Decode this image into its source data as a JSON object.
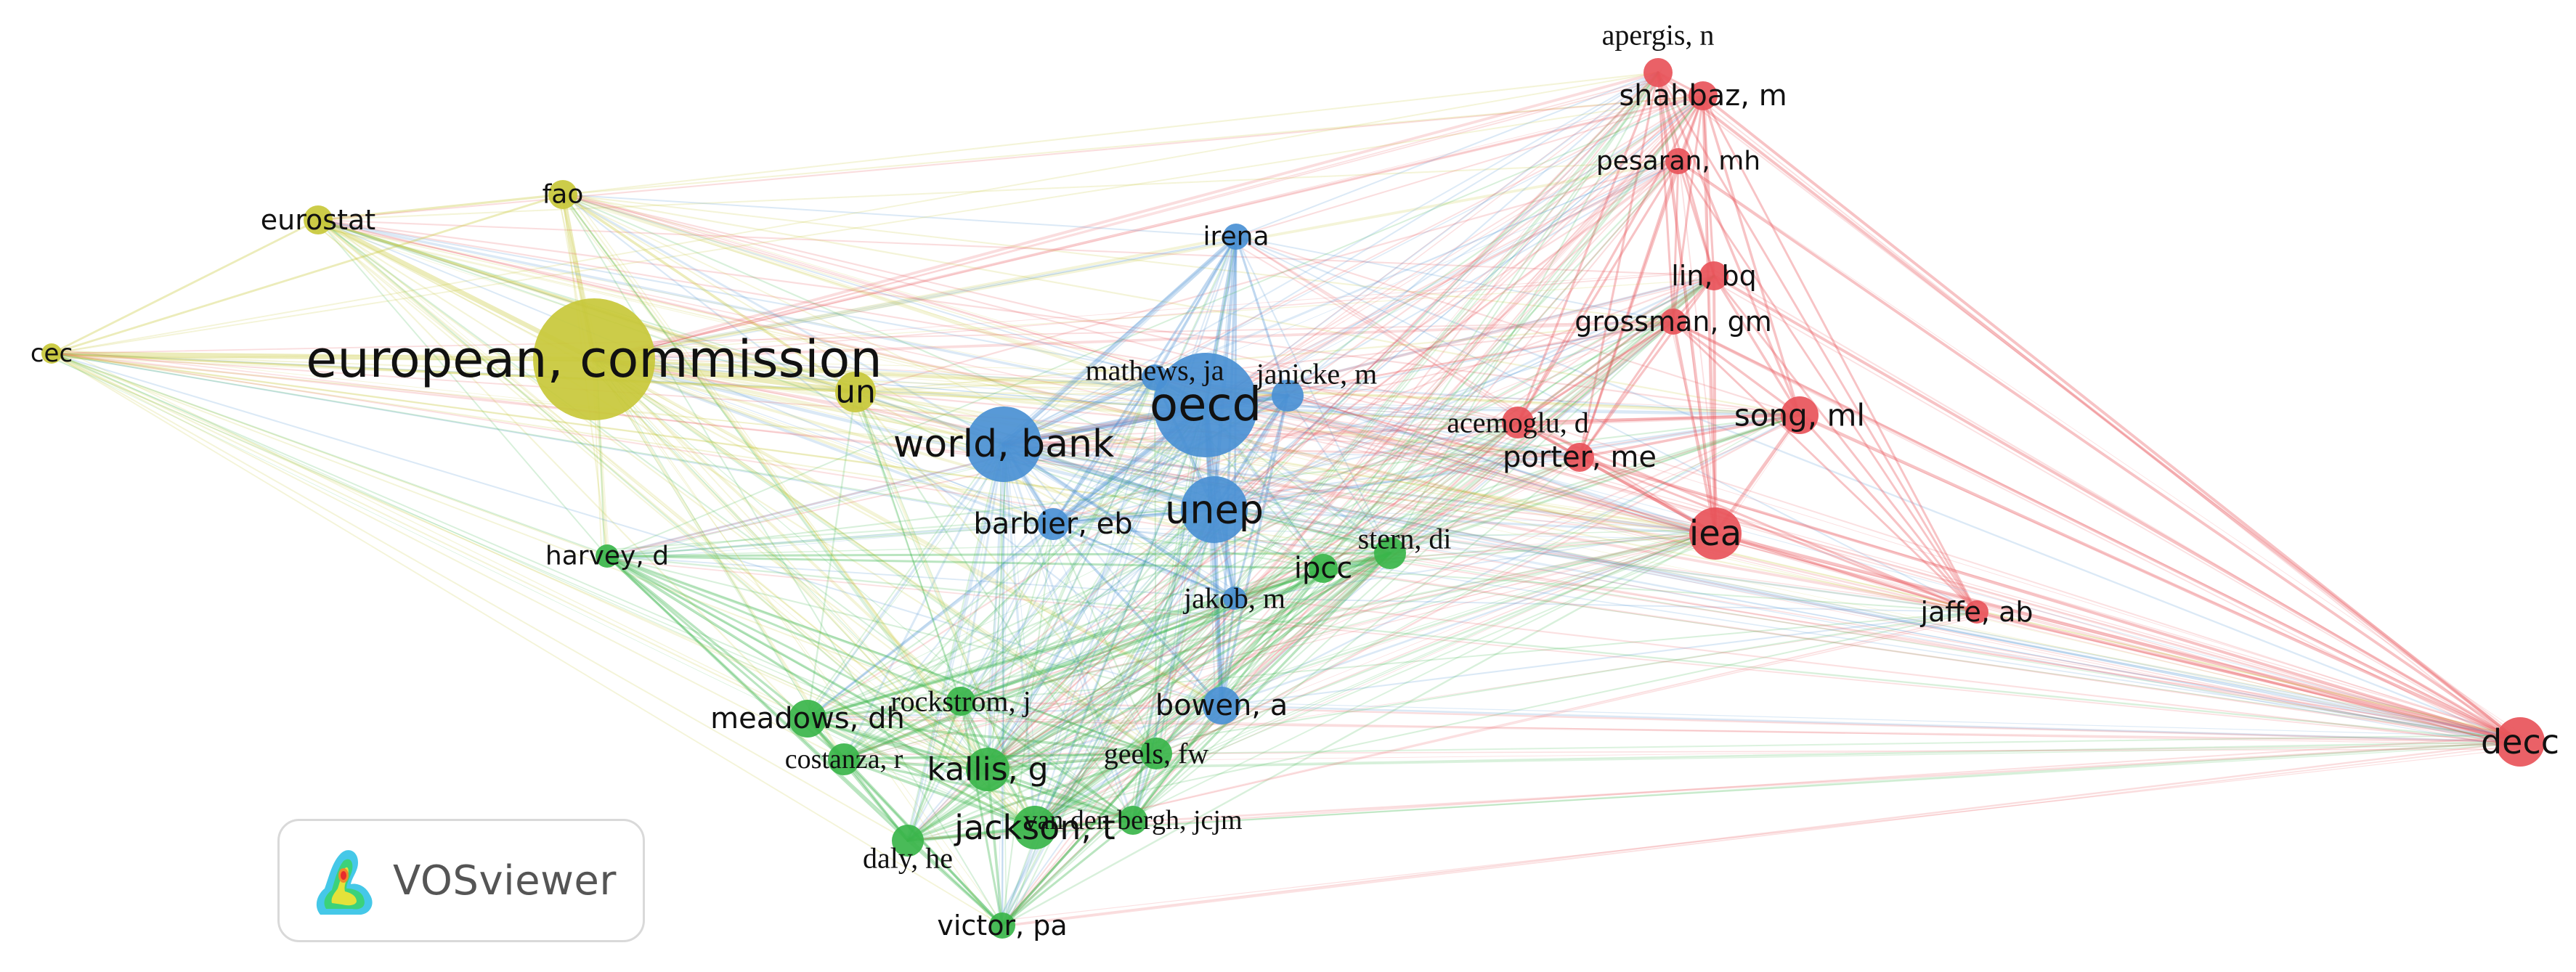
{
  "logo": {
    "text": "VOSviewer"
  },
  "clusters": {
    "red": "#e8545a",
    "green": "#3ab54a",
    "blue": "#4a90d4",
    "yellow": "#c8c83a"
  },
  "nodes": [
    {
      "id": "european-commission",
      "label": "european, commission",
      "cluster": "yellow"
    },
    {
      "id": "eurostat",
      "label": "eurostat",
      "cluster": "yellow"
    },
    {
      "id": "fao",
      "label": "fao",
      "cluster": "yellow"
    },
    {
      "id": "cec",
      "label": "cec",
      "cluster": "yellow"
    },
    {
      "id": "un",
      "label": "un",
      "cluster": "yellow"
    },
    {
      "id": "oecd",
      "label": "oecd",
      "cluster": "blue"
    },
    {
      "id": "world-bank",
      "label": "world, bank",
      "cluster": "blue"
    },
    {
      "id": "unep",
      "label": "unep",
      "cluster": "blue"
    },
    {
      "id": "irena",
      "label": "irena",
      "cluster": "blue"
    },
    {
      "id": "mathews-ja",
      "label": "mathews, ja",
      "cluster": "blue"
    },
    {
      "id": "janicke-m",
      "label": "janicke, m",
      "cluster": "blue"
    },
    {
      "id": "barbier-eb",
      "label": "barbier, eb",
      "cluster": "blue"
    },
    {
      "id": "jakob-m",
      "label": "jakob, m",
      "cluster": "blue"
    },
    {
      "id": "bowen-a",
      "label": "bowen, a",
      "cluster": "blue"
    },
    {
      "id": "apergis-n",
      "label": "apergis, n",
      "cluster": "red"
    },
    {
      "id": "shahbaz-m",
      "label": "shahbaz, m",
      "cluster": "red"
    },
    {
      "id": "pesaran-mh",
      "label": "pesaran, mh",
      "cluster": "red"
    },
    {
      "id": "lin-bq",
      "label": "lin, bq",
      "cluster": "red"
    },
    {
      "id": "grossman-gm",
      "label": "grossman, gm",
      "cluster": "red"
    },
    {
      "id": "acemoglu-d",
      "label": "acemoglu, d",
      "cluster": "red"
    },
    {
      "id": "song-ml",
      "label": "song, ml",
      "cluster": "red"
    },
    {
      "id": "porter-me",
      "label": "porter, me",
      "cluster": "red"
    },
    {
      "id": "iea",
      "label": "iea",
      "cluster": "red"
    },
    {
      "id": "jaffe-ab",
      "label": "jaffe, ab",
      "cluster": "red"
    },
    {
      "id": "decc",
      "label": "decc",
      "cluster": "red"
    },
    {
      "id": "stern-di",
      "label": "stern, di",
      "cluster": "green"
    },
    {
      "id": "ipcc",
      "label": "ipcc",
      "cluster": "green"
    },
    {
      "id": "harvey-d",
      "label": "harvey, d",
      "cluster": "green"
    },
    {
      "id": "meadows-dh",
      "label": "meadows, dh",
      "cluster": "green"
    },
    {
      "id": "rockstrom-j",
      "label": "rockstrom, j",
      "cluster": "green"
    },
    {
      "id": "costanza-r",
      "label": "costanza, r",
      "cluster": "green"
    },
    {
      "id": "kallis-g",
      "label": "kallis, g",
      "cluster": "green"
    },
    {
      "id": "geels-fw",
      "label": "geels, fw",
      "cluster": "green"
    },
    {
      "id": "van-den-bergh-jcjm",
      "label": "van den bergh, jcjm",
      "cluster": "green"
    },
    {
      "id": "jackson-t",
      "label": "jackson, t",
      "cluster": "green"
    },
    {
      "id": "daly-he",
      "label": "daly, he",
      "cluster": "green"
    },
    {
      "id": "victor-pa",
      "label": "victor, pa",
      "cluster": "green"
    }
  ]
}
